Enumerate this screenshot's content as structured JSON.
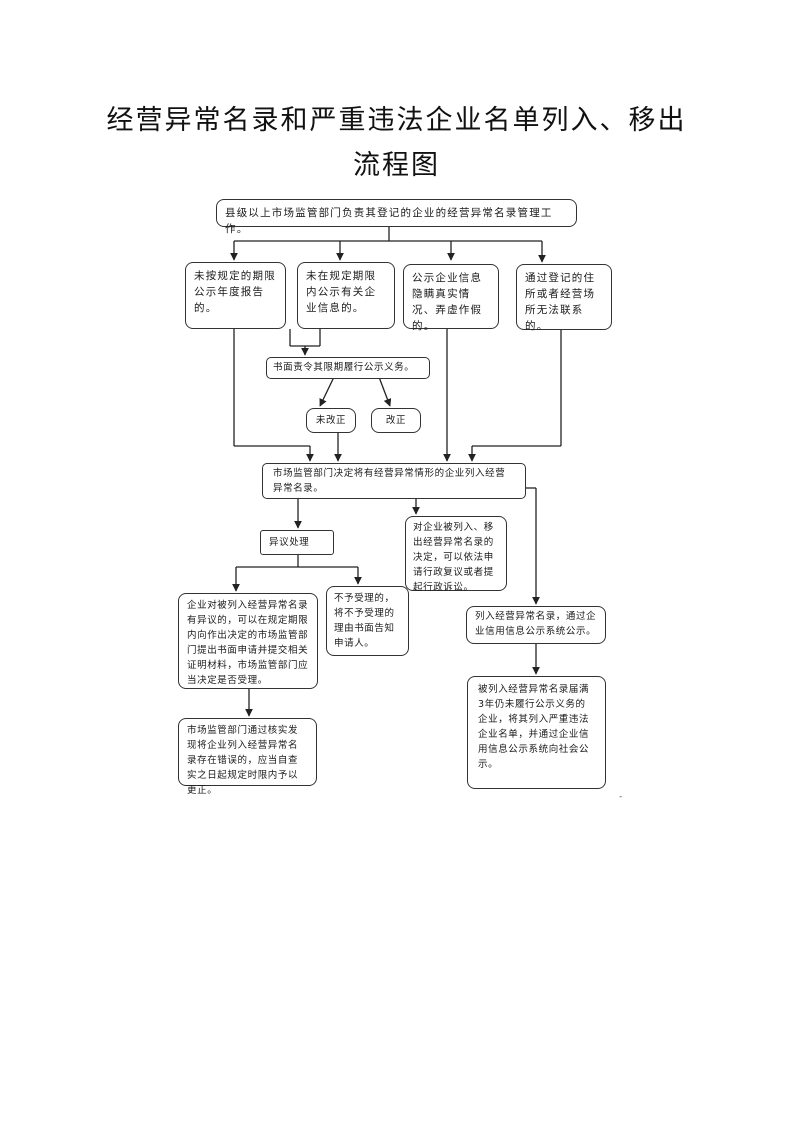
{
  "document": {
    "title_line_1": "经营异常名录和严重违法企业名单列入、移出",
    "title_line_2": "流程图",
    "page_mark": "-"
  },
  "flowchart": {
    "top": "县级以上市场监管部门负责其登记的企业的经营异常名录管理工作。",
    "cond1": "未按规定的期限公示年度报告的。",
    "cond2": "未在规定期限内公示有关企业信息的。",
    "cond3": "公示企业信息隐瞒真实情况、弄虚作假的。",
    "cond4": "通过登记的住所或者经营场所无法联系的。",
    "order": "书面责令其限期履行公示义务。",
    "not_corrected": "未改正",
    "corrected": "改正",
    "decision": "市场监管部门决定将有经营异常情形的企业列入经营异常名录。",
    "objection": "异议处理",
    "objection_process": "企业对被列入经营异常名录有异议的，可以在规定期限内向作出决定的市场监管部门提出书面申请并提交相关证明材料，市场监管部门应当决定是否受理。",
    "not_accepted": "不予受理的，将不予受理的理由书面告知申请人。",
    "review": "对企业被列入、移出经营异常名录的决定，可以依法申请行政复议或者提起行政诉讼。",
    "publicize": "列入经营异常名录，通过企业信用信息公示系统公示。",
    "self_correct": "市场监管部门通过核实发现将企业列入经营异常名录存在错误的，应当自查实之日起规定时限内予以更正。",
    "serious": "被列入经营异常名录届满3年仍未履行公示义务的企业，将其列入严重违法企业名单，并通过企业信用信息公示系统向社会公示。"
  }
}
